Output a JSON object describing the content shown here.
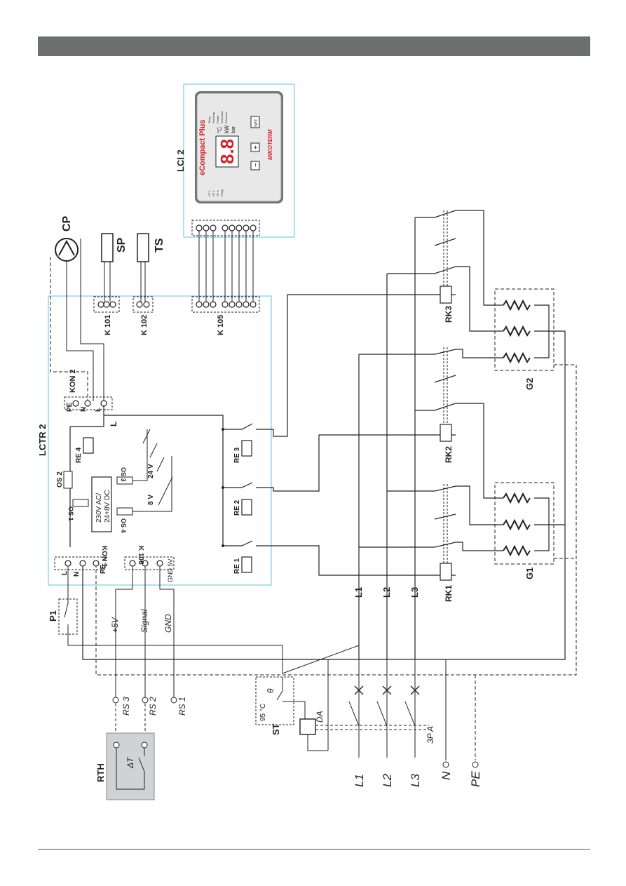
{
  "labels": {
    "lci2": "LCI 2",
    "lctr2": "LCTR 2",
    "cp": "CP",
    "sp": "SP",
    "ts": "TS",
    "k101": "K 101",
    "k102": "K 102",
    "k105": "K 105",
    "kon2": "KON 2",
    "kon2_pe": "PE",
    "kon2_n": "N",
    "kon2_l": "L",
    "l_line": "L",
    "re4": "RE 4",
    "os2": "OS 2",
    "os1": "OS 1",
    "os3": "OS 3",
    "os4": "OS 4",
    "psu": "230V AC/",
    "psu2": "24+8V DC",
    "v24": "24 V",
    "v8": "8 V",
    "kon1": "KON 1",
    "kon1_l": "L",
    "kon1_n": "N",
    "kon1_pe": "PE",
    "k106": "K 106",
    "gnd5v": "GND 5V",
    "re1": "RE 1",
    "re2": "RE 2",
    "re3": "RE 3",
    "rk1": "RK1",
    "rk2": "RK2",
    "rk3": "RK3",
    "g1": "G1",
    "g2": "G2",
    "p1": "P1",
    "plus5v": "+5V",
    "signal": "Signal",
    "gnd": "GND",
    "rs3": "RS 3",
    "rs2": "RS 2",
    "rs1": "RS 1",
    "rth": "RTH",
    "dt": "ΔT",
    "st": "ST",
    "st_temp": "95 °C",
    "theta": "θ",
    "da": "DA",
    "threepa": "3P A",
    "l1": "L1",
    "l2": "L2",
    "l3": "L3",
    "in_l1": "L1",
    "in_l2": "L2",
    "in_l3": "L3",
    "in_n": "N",
    "in_pe": "PE"
  },
  "panel": {
    "title": "eCompact Plus",
    "brand": "MIKOTERM",
    "display": "8.8",
    "unit_c": "°C",
    "unit_kw": "kW",
    "unit_bar": "bar",
    "set_btn": "SET",
    "plus_btn": "+",
    "minus_btn": "−",
    "leds": [
      "HT 1",
      "HT 2",
      "HT 3",
      "Pump"
    ],
    "indicators": [
      "Temp.",
      "Set temp.",
      "Power",
      "Set power",
      "Pressure"
    ]
  },
  "colors": {
    "header": "#6d6e70",
    "lci_border": "#5bc4e6",
    "panel_bg": "#6e6f72",
    "accent_red": "#d2232a",
    "rth_bg": "#d1d2d4"
  }
}
